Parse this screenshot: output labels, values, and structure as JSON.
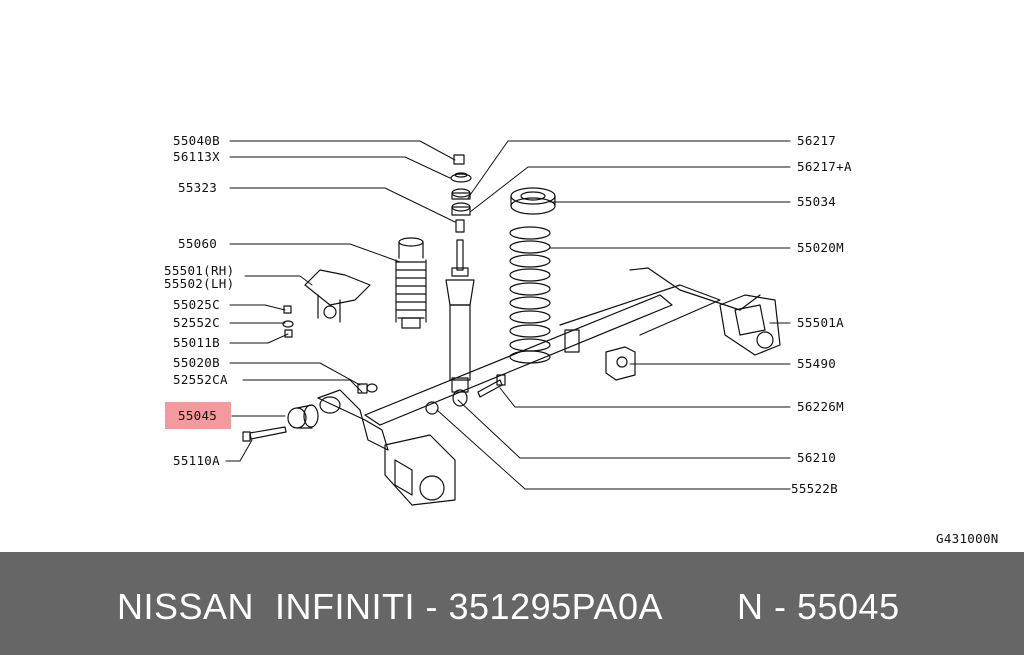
{
  "diagram": {
    "code": "G431000N",
    "highlighted": "55045",
    "left_labels": [
      "55040B",
      "56113X",
      "55323",
      "55060",
      "55501(RH)",
      "55502(LH)",
      "55025C",
      "52552C",
      "55011B",
      "55020B",
      "52552CA",
      "55045",
      "55110A"
    ],
    "right_labels": [
      "56217",
      "56217+A",
      "55034",
      "55020M",
      "55501A",
      "55490",
      "56226M",
      "56210",
      "55522B"
    ]
  },
  "footer": {
    "brand": "NISSAN  INFINITI - 351295PA0A",
    "part": "N - 55045"
  },
  "colors": {
    "highlight": "#f39a9e",
    "footer_bg": "#666666",
    "footer_text": "#ffffff"
  }
}
